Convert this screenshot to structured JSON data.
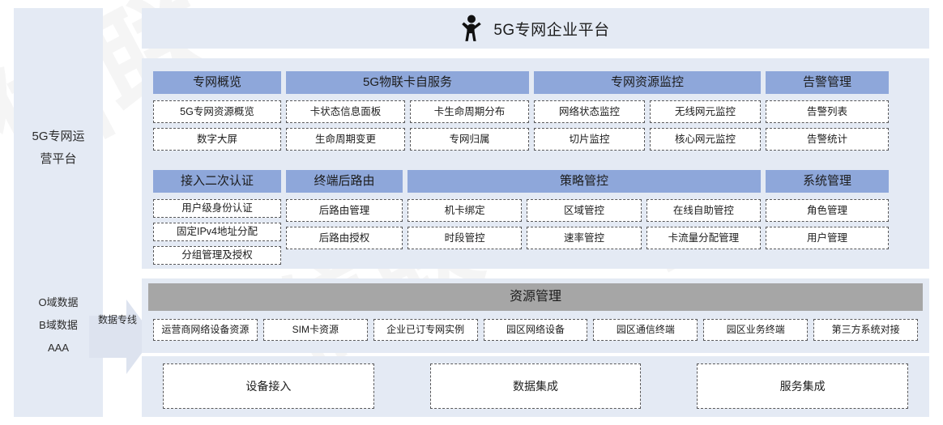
{
  "watermark": {
    "text": "信联"
  },
  "left_rail": {
    "platform_title": [
      "5G专网运",
      "营平台"
    ],
    "data_sources": [
      "O域数据",
      "B域数据",
      "AAA"
    ],
    "arrow_label": "数据专线",
    "arrow_icon": "right-arrow-icon"
  },
  "header": {
    "icon": "person-platform-icon",
    "title": "5G专网企业平台"
  },
  "groups_row1": [
    {
      "name": "overview",
      "header": "专网概览",
      "columns": [
        [
          "5G专网资源概览",
          "数字大屏"
        ]
      ]
    },
    {
      "name": "iot-card-self-service",
      "header": "5G物联卡自服务",
      "columns": [
        [
          "卡状态信息面板",
          "生命周期变更"
        ],
        [
          "卡生命周期分布",
          "专网归属"
        ]
      ]
    },
    {
      "name": "resource-monitor",
      "header": "专网资源监控",
      "columns": [
        [
          "网络状态监控",
          "切片监控"
        ],
        [
          "无线网元监控",
          "核心网元监控"
        ]
      ]
    },
    {
      "name": "alarm-management",
      "header": "告警管理",
      "columns": [
        [
          "告警列表",
          "告警统计"
        ]
      ]
    }
  ],
  "groups_row2": [
    {
      "name": "access-secondary-auth",
      "header": "接入二次认证",
      "tight": true,
      "columns": [
        [
          "用户级身份认证",
          "固定IPv4地址分配",
          "分组管理及授权"
        ]
      ]
    },
    {
      "name": "terminal-post-route",
      "header": "终端后路由",
      "columns": [
        [
          "后路由管理",
          "后路由授权"
        ]
      ]
    },
    {
      "name": "policy-control",
      "header": "策略管控",
      "columns": [
        [
          "机卡绑定",
          "时段管控"
        ],
        [
          "区域管控",
          "速率管控"
        ],
        [
          "在线自助管控",
          "卡流量分配管理"
        ]
      ]
    },
    {
      "name": "system-management",
      "header": "系统管理",
      "columns": [
        [
          "角色管理",
          "用户管理"
        ]
      ]
    }
  ],
  "resource": {
    "header": "资源管理",
    "tiles": [
      "运营商网络设备资源",
      "SIM卡资源",
      "企业已订专网实例",
      "园区网络设备",
      "园区通信终端",
      "园区业务终端",
      "第三方系统对接"
    ]
  },
  "bottom": {
    "tiles": [
      "设备接入",
      "数据集成",
      "服务集成"
    ]
  },
  "colors": {
    "panel_bg": "#e4eaf4",
    "group_header": "#8ea7da",
    "resource_header": "#a6a6a6",
    "tile_bg": "#ffffff",
    "tile_border": "#58585a",
    "text": "#1c1c1c"
  }
}
